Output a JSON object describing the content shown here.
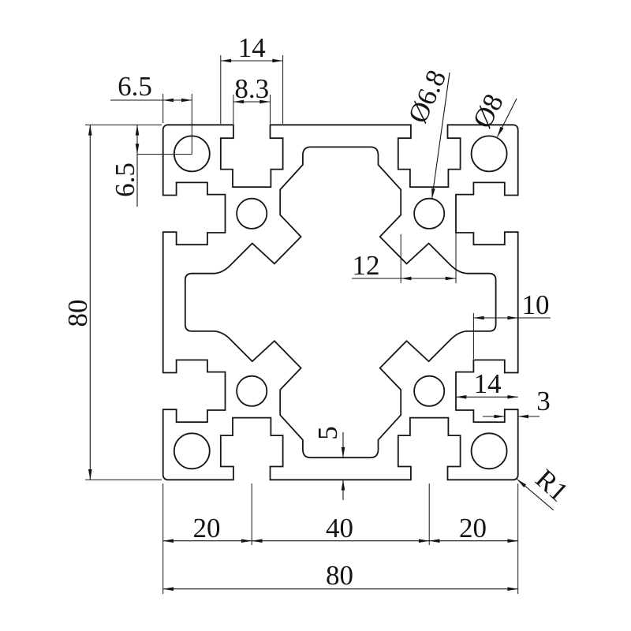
{
  "dims": {
    "slot_width_top": "14",
    "slot_opening_top": "8.3",
    "hole_offset_horizontal": "6.5",
    "hole_offset_vertical": "6.5",
    "profile_height": "80",
    "boss_hole_diameter": "Ø6.8",
    "corner_hole_diameter": "Ø8",
    "notch_to_slot_bottom": "12",
    "slot_wide_depth": "10",
    "slot_total_depth": "14",
    "slot_lip_thickness": "3",
    "center_wall_thickness": "5",
    "bottom_segment_left": "20",
    "bottom_segment_center": "40",
    "bottom_segment_right": "20",
    "profile_width": "80",
    "corner_radius": "R1"
  }
}
